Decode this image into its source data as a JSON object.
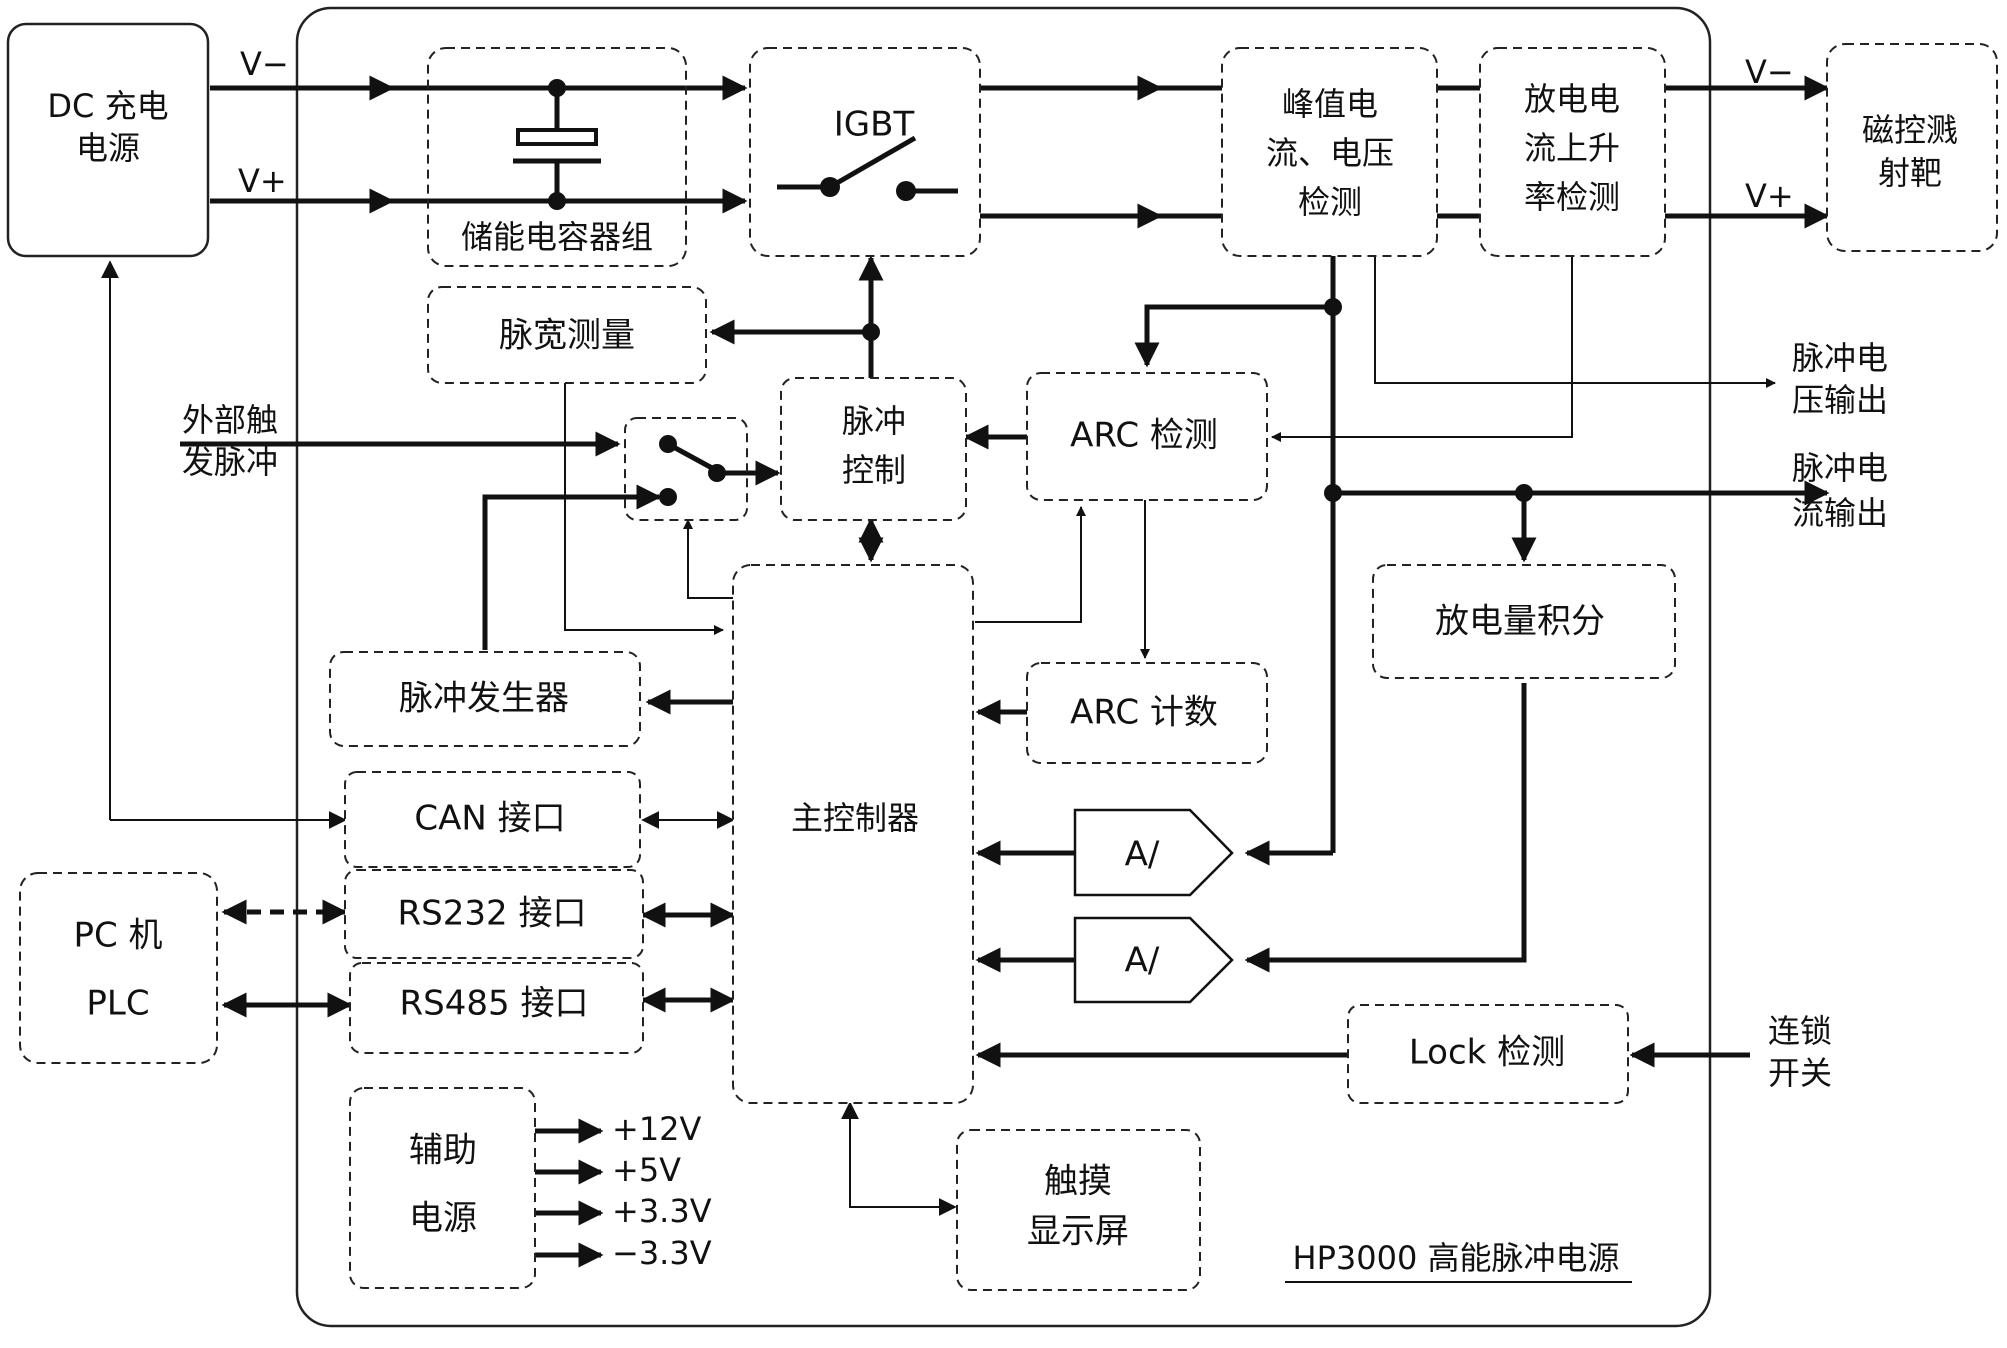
{
  "title": "HP3000 高能脉冲电源",
  "blocks": {
    "dc_source": [
      "DC 充电",
      "电源"
    ],
    "cap_bank": "储能电容器组",
    "igbt": "IGBT",
    "peak_detect": [
      "峰值电",
      "流、电压",
      "检测"
    ],
    "rise_detect": [
      "放电电",
      "流上升",
      "率检测"
    ],
    "target": [
      "磁控溅",
      "射靶"
    ],
    "pulse_width": "脉宽测量",
    "pulse_control": [
      "脉冲",
      "控制"
    ],
    "arc_detect": "ARC 检测",
    "arc_count": "ARC 计数",
    "pulse_gen": "脉冲发生器",
    "main_ctrl": "主控制器",
    "discharge_int": "放电量积分",
    "can": "CAN 接口",
    "rs232": "RS232 接口",
    "rs485": "RS485 接口",
    "pc": [
      "PC 机",
      "PLC"
    ],
    "adc1": "A/",
    "adc2": "A/",
    "lock": "Lock 检测",
    "aux_power": [
      "辅助",
      "电源"
    ],
    "touch": [
      "触摸",
      "显示屏"
    ]
  },
  "labels": {
    "v_minus_in": "V−",
    "v_plus_in": "V+",
    "v_minus_out": "V−",
    "v_plus_out": "V+",
    "ext_trigger": [
      "外部触",
      "发脉冲"
    ],
    "pulse_v_out": [
      "脉冲电",
      "压输出"
    ],
    "pulse_i_out": [
      "脉冲电",
      "流输出"
    ],
    "interlock": [
      "连锁",
      "开关"
    ],
    "rails": [
      "+12V",
      "+5V",
      "+3.3V",
      "−3.3V"
    ]
  }
}
